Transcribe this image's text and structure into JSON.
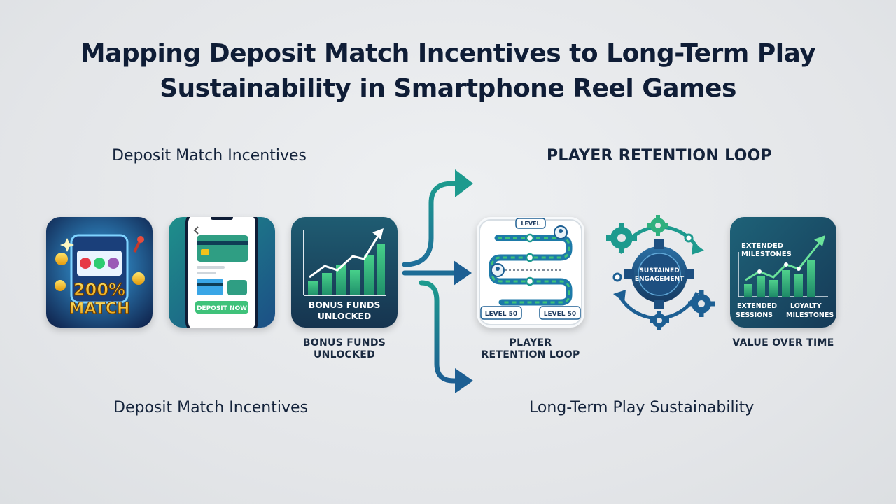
{
  "title": {
    "line1": "Mapping Deposit Match Incentives to Long-Term Play",
    "line2": "Sustainability in Smartphone Reel Games"
  },
  "headings": {
    "top_left": "Deposit Match Incentives",
    "top_right": "PLAYER RETENTION LOOP",
    "bottom_left": "Deposit Match Incentives",
    "bottom_right": "Long-Term Play Sustainability"
  },
  "tiles": {
    "slot": {
      "badge_line1": "200%",
      "badge_line2": "MATCH"
    },
    "phone": {
      "button": "DEPOSIT NOW"
    },
    "bonus": {
      "text_line1": "BONUS FUNDS",
      "text_line2": "UNLOCKED"
    },
    "level_map": {
      "top": "LEVEL",
      "left": "LEVEL 50",
      "right": "LEVEL 50"
    },
    "gears": {
      "line1": "SUSTAINED",
      "line2": "ENGAGEMENT"
    },
    "milestones": {
      "top_line1": "EXTENDED",
      "top_line2": "MILESTONES",
      "bottom_left_line1": "EXTENDED",
      "bottom_left_line2": "SESSIONS",
      "bottom_right_line1": "LOYALTY",
      "bottom_right_line2": "MILESTONES"
    }
  },
  "captions": {
    "bonus_line1": "BONUS FUNDS",
    "bonus_line2": "UNLOCKED",
    "loop_line1": "PLAYER",
    "loop_line2": "RETENTION LOOP",
    "value": "VALUE OVER TIME"
  },
  "colors": {
    "navy": "#0f1d36",
    "teal": "#1d9a8e",
    "blue": "#1d5f93",
    "green": "#3fc27a",
    "gold": "#f3c21a"
  }
}
